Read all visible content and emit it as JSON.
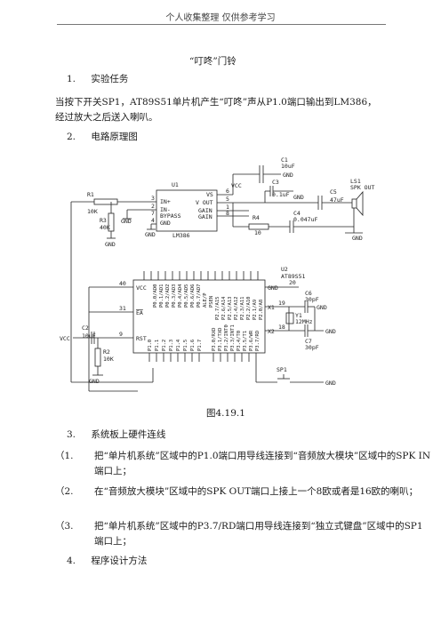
{
  "header": {
    "text": "个人收集整理  仅供参考学习"
  },
  "title": "“叮咚”门铃",
  "sections": {
    "s1": {
      "num": "1.",
      "label": "实验任务"
    },
    "s2": {
      "num": "2.",
      "label": "电路原理图"
    },
    "s3": {
      "num": "3.",
      "label": "系统板上硬件连线"
    },
    "s4": {
      "num": "4.",
      "label": "程序设计方法"
    }
  },
  "task_text": "当按下开关SP1，AT89S51单片机产生“叮咚”声从P1.0端口输出到LM386，经过放大之后送入喇叭。",
  "figure_caption": "图4.19.1",
  "wiring": [
    {
      "num": "（1.",
      "text": "把“单片机系统”区域中的P1.0端口用导线连接到“音频放大模块”区域中的SPK IN端口上；"
    },
    {
      "num": "（2.",
      "text": "在“音频放大模块”区域中的SPK OUT端口上接上一个8欧或者是16欧的喇叭；"
    },
    {
      "num": "（3.",
      "text": "把“单片机系统”区域中的P3.7/RD端口用导线连接到“独立式键盘”区域中的SP1端口上；"
    }
  ],
  "circuit": {
    "u1": "U1",
    "u1_part": "LM386",
    "u1_pins_left": [
      "IN+",
      "IN-",
      "BYPASS",
      "GND"
    ],
    "u1_pins_right": [
      "VS",
      "V OUT",
      "GAIN",
      "GAIN"
    ],
    "u1_pin_nums_left": [
      "3",
      "2",
      "7",
      "4"
    ],
    "u1_pin_nums_right": [
      "6",
      "5",
      "1",
      "8"
    ],
    "r1": "R1",
    "r1_val": "10K",
    "r3": "R3",
    "r3_val": "40K",
    "r4": "R4",
    "r4_val": "10",
    "c1": "C1",
    "c1_val": "10uF",
    "c3": "C3",
    "c3_val": "0.1uF",
    "c4": "C4",
    "c4_val": "0.047uF",
    "c5": "C5",
    "c5_val": "47uF",
    "ls1": "LS1",
    "ls1_label": "SPK OUT",
    "vcc": "VCC",
    "gnd": "GND",
    "u2": "U2",
    "u2_part": "AT89S51",
    "u2_vcc": "VCC",
    "u2_gnd": "GND",
    "u2_ea": "EA",
    "u2_rst": "RST",
    "u2_x1": "X1",
    "u2_x2": "X2",
    "pin40": "40",
    "pin31": "31",
    "pin9": "9",
    "pin20": "20",
    "pin19": "19",
    "pin18": "18",
    "c2": "C2",
    "c2_val": "10uF",
    "r2": "R2",
    "r2_val": "10K",
    "c6": "C6",
    "c6_val": "30pF",
    "c7": "C7",
    "c7_val": "30pF",
    "y1": "Y1",
    "y1_val": "12MHz",
    "sp1": "SP1",
    "p0_pins": [
      "P0.0/AD0",
      "P0.1/AD1",
      "P0.2/AD2",
      "P0.3/AD3",
      "P0.4/AD4",
      "P0.5/AD5",
      "P0.6/AD6",
      "P0.7/AD7"
    ],
    "p2_pins": [
      "ALE/P",
      "PSEN",
      "P2.7/A15",
      "P2.6/A14",
      "P2.5/A13",
      "P2.4/A12",
      "P2.3/A11",
      "P2.2/A10",
      "P2.1/A9",
      "P2.0/A8"
    ],
    "p1_pins": [
      "P1.0",
      "P1.1",
      "P1.2",
      "P1.3",
      "P1.4",
      "P1.5",
      "P1.6",
      "P1.7"
    ],
    "p3_pins": [
      "P3.0/RXD",
      "P3.1/TXD",
      "P3.2/INT0",
      "P3.3/INT1",
      "P3.4/T0",
      "P3.5/T1",
      "P3.6/WR",
      "P3.7/RD"
    ]
  }
}
